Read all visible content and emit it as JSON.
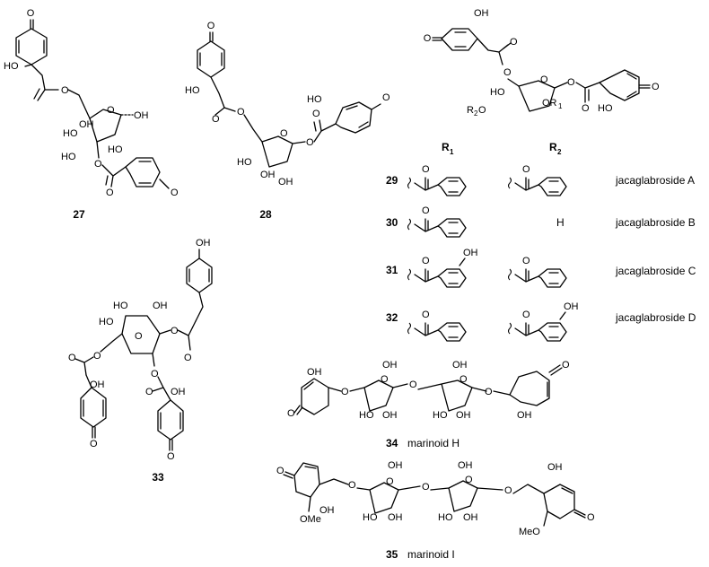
{
  "colors": {
    "ink": "#000000",
    "background": "#ffffff"
  },
  "compounds": {
    "c27": {
      "number": "27"
    },
    "c28": {
      "number": "28"
    },
    "c33": {
      "number": "33"
    },
    "c34": {
      "number": "34",
      "name": "marinoid H"
    },
    "c35": {
      "number": "35",
      "name": "marinoid I"
    }
  },
  "table": {
    "header_r1": "R",
    "header_r1_sub": "1",
    "header_r2": "R",
    "header_r2_sub": "2",
    "rows": [
      {
        "number": "29",
        "r1": "phenylacetyl",
        "r2": "phenylacetyl",
        "r2_text": "",
        "name": "jacaglabroside A"
      },
      {
        "number": "30",
        "r1": "phenylacetyl",
        "r2": "none",
        "r2_text": "H",
        "name": "jacaglabroside B"
      },
      {
        "number": "31",
        "r1": "4-hydroxyphenylacetyl",
        "r2": "phenylacetyl",
        "r2_text": "",
        "name": "jacaglabroside C"
      },
      {
        "number": "32",
        "r1": "phenylacetyl",
        "r2": "4-hydroxyphenylacetyl",
        "r2_text": "",
        "name": "jacaglabroside D"
      }
    ]
  },
  "atoms": {
    "O": "O",
    "OH": "OH",
    "HO": "HO",
    "OMe": "OMe",
    "MeO": "MeO",
    "OR": "OR",
    "R1sub": "1",
    "R": "R",
    "R2sub": "2",
    "H": "H"
  }
}
